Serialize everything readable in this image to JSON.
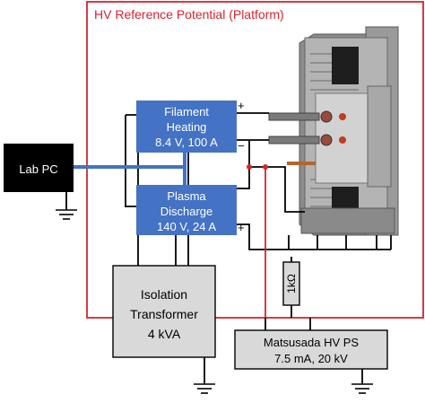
{
  "platform": {
    "label": "HV Reference Potential (Platform)",
    "border_color": "#d6232f"
  },
  "lab_pc": {
    "label": "Lab PC",
    "fill": "#000000",
    "text_color": "#ffffff"
  },
  "filament": {
    "line1": "Filament",
    "line2": "Heating",
    "line3": "8.4 V, 100 A",
    "plus": "+",
    "minus": "−",
    "fill": "#4472c4"
  },
  "plasma": {
    "line1": "Plasma",
    "line2": "Discharge",
    "line3": "140 V, 24 A",
    "minus": "−",
    "plus": "+",
    "fill": "#4472c4"
  },
  "resistor": {
    "label": "1kΩ"
  },
  "isolation": {
    "line1": "Isolation",
    "line2": "Transformer",
    "line3": "4 kVA",
    "fill": "#d9d9d9"
  },
  "hv_ps": {
    "line1": "Matsusada HV PS",
    "line2": "7.5 mA, 20 kV",
    "fill": "#d9d9d9"
  },
  "colors": {
    "wire": "#000000",
    "fiber": "#4472c4",
    "platform_wire": "#d6232f",
    "junction": "#d6232f"
  }
}
